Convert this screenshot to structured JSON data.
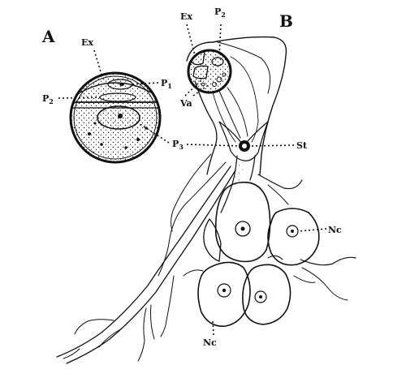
{
  "figure": {
    "panels": {
      "a": "A",
      "b": "B"
    },
    "labels": {
      "ex_a": "Ex",
      "p1": "P",
      "p1_sub": "1",
      "p2_a": "P",
      "p2_a_sub": "2",
      "p3": "P",
      "p3_sub": "3",
      "ex_b": "Ex",
      "p2_b": "P",
      "p2_b_sub": "2",
      "va": "Va",
      "st": "St",
      "nc_right": "Nc",
      "nc_bottom": "Nc"
    }
  }
}
